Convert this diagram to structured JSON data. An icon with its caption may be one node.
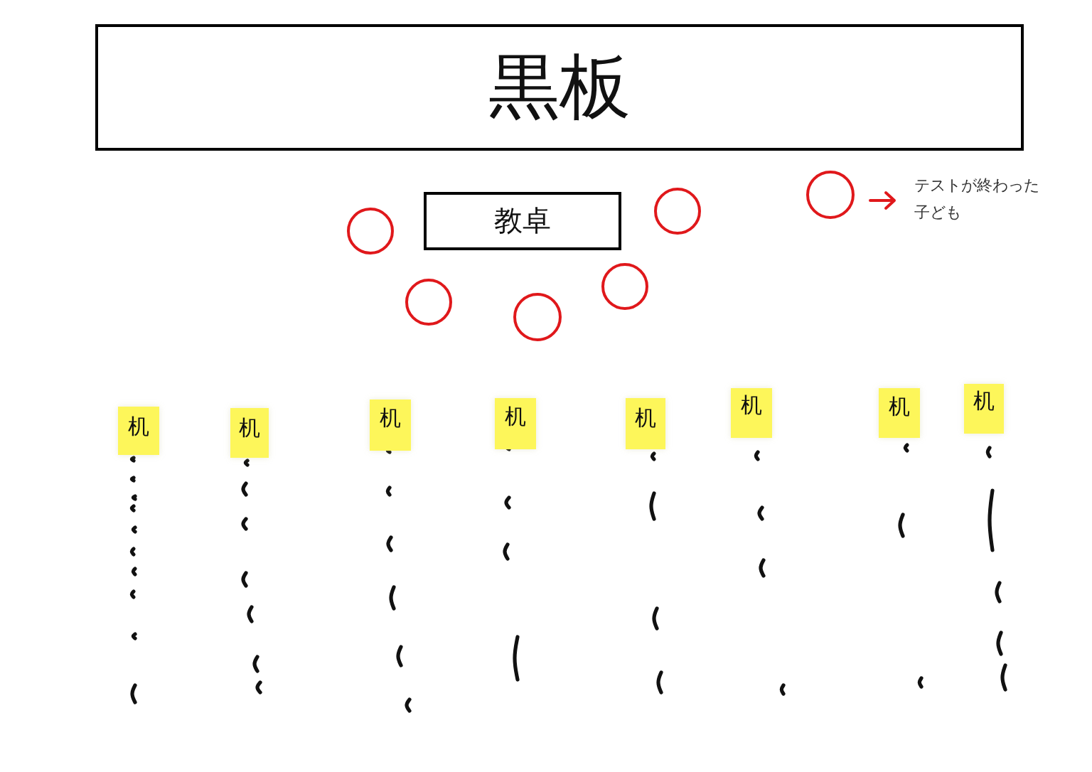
{
  "diagram": {
    "nodes": [
      {
        "text": [
          "黒板"
        ]
      },
      {
        "text": [
          "教卓"
        ]
      },
      {
        "text": [],
        "shape": "circle"
      },
      {
        "text": [],
        "shape": "circle"
      },
      {
        "text": [],
        "shape": "circle"
      },
      {
        "text": [],
        "shape": "circle"
      },
      {
        "text": [],
        "shape": "circle"
      },
      {
        "text": [
          "机"
        ]
      },
      {
        "text": [
          "机"
        ]
      },
      {
        "text": [
          "机"
        ]
      },
      {
        "text": [
          "机"
        ]
      },
      {
        "text": [
          "机"
        ]
      },
      {
        "text": [
          "机"
        ]
      },
      {
        "text": [
          "机"
        ]
      },
      {
        "text": [
          "机"
        ]
      }
    ],
    "legend": [
      {
        "text": "テストが終わった子ども"
      }
    ]
  }
}
